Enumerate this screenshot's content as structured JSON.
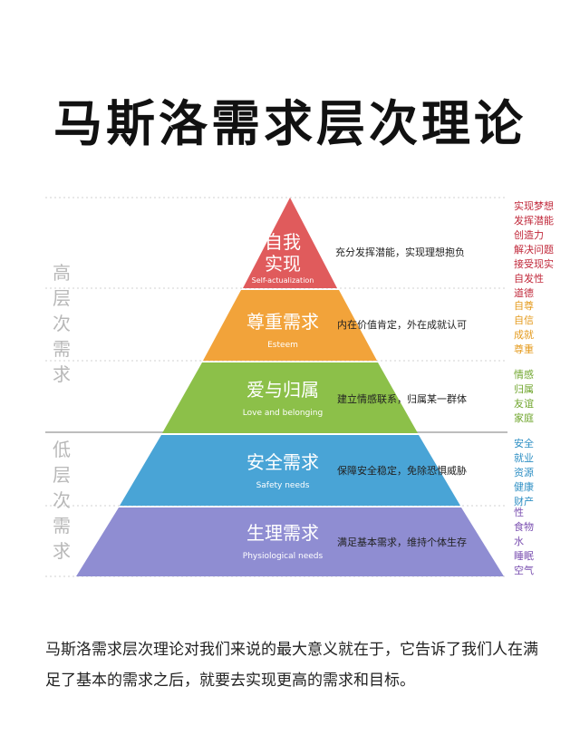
{
  "title": "马斯洛需求层次理论",
  "side_labels": {
    "high": [
      "高",
      "层",
      "次",
      "需",
      "求"
    ],
    "low": [
      "低",
      "层",
      "次",
      "需",
      "求"
    ]
  },
  "levels": [
    {
      "id": "self",
      "title_lines": [
        "自我",
        "实现"
      ],
      "subtitle": "Self-actualization",
      "description": "充分发挥潜能，实现理想抱负",
      "keywords": [
        "实现梦想",
        "发挥潜能",
        "创造力",
        "解决问题",
        "接受现实",
        "自发性",
        "道德"
      ],
      "color": "#e05b5c",
      "keyword_color": "#c0283a"
    },
    {
      "id": "esteem",
      "title_lines": [
        "尊重需求"
      ],
      "subtitle": "Esteem",
      "description": "内在价值肯定，外在成就认可",
      "keywords": [
        "自尊",
        "自信",
        "成就",
        "尊重"
      ],
      "color": "#f2a33a",
      "keyword_color": "#e49a1c"
    },
    {
      "id": "love",
      "title_lines": [
        "爱与归属"
      ],
      "subtitle": "Love and belonging",
      "description": "建立情感联系，归属某一群体",
      "keywords": [
        "情感",
        "归属",
        "友谊",
        "家庭"
      ],
      "color": "#8cc049",
      "keyword_color": "#6fa52c"
    },
    {
      "id": "safety",
      "title_lines": [
        "安全需求"
      ],
      "subtitle": "Safety needs",
      "description": "保障安全稳定，免除恐惧威胁",
      "keywords": [
        "安全",
        "就业",
        "资源",
        "健康",
        "财产"
      ],
      "color": "#49a4d6",
      "keyword_color": "#2e8fc4"
    },
    {
      "id": "physio",
      "title_lines": [
        "生理需求"
      ],
      "subtitle": "Physiological needs",
      "description": "满足基本需求，维持个体生存",
      "keywords": [
        "性",
        "食物",
        "水",
        "睡眠",
        "空气"
      ],
      "color": "#8f8dd2",
      "keyword_color": "#7a4fb0"
    }
  ],
  "footer": "马斯洛需求层次理论对我们来说的最大意义就在于，它告诉了我们人在满足了基本的需求之后，就要去实现更高的需求和目标。"
}
